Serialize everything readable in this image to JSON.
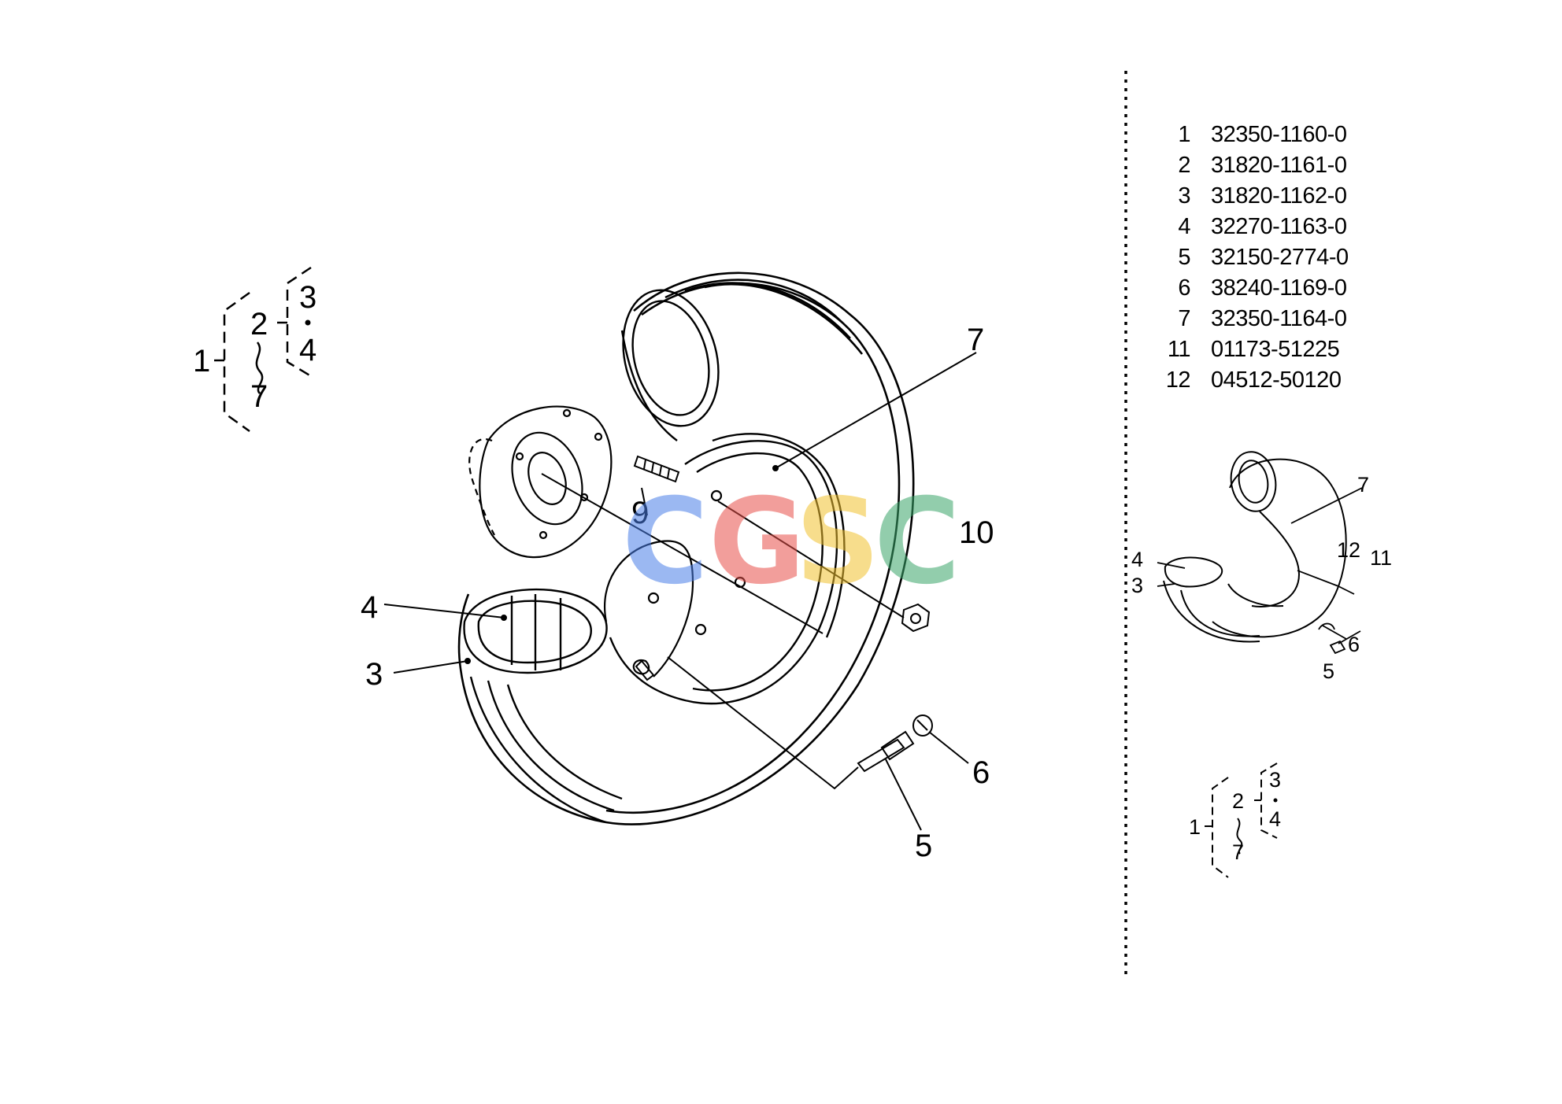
{
  "parts_list": [
    {
      "no": "1",
      "code": "32350-1160-0"
    },
    {
      "no": "2",
      "code": "31820-1161-0"
    },
    {
      "no": "3",
      "code": "31820-1162-0"
    },
    {
      "no": "4",
      "code": "32270-1163-0"
    },
    {
      "no": "5",
      "code": "32150-2774-0"
    },
    {
      "no": "6",
      "code": "38240-1169-0"
    },
    {
      "no": "7",
      "code": "32350-1164-0"
    },
    {
      "no": "11",
      "code": "01173-51225"
    },
    {
      "no": "12",
      "code": "04512-50120"
    }
  ],
  "main_callouts": {
    "c3": "3",
    "c4": "4",
    "c5": "5",
    "c6": "6",
    "c7": "7",
    "c9": "9",
    "c10": "10"
  },
  "small_callouts": {
    "c3": "3",
    "c4": "4",
    "c5": "5",
    "c6": "6",
    "c7": "7",
    "c11": "11",
    "c12": "12"
  },
  "hierarchy_left": {
    "top": "1",
    "mid": "2",
    "bottom": "7",
    "sub_top": "3",
    "sub_bottom": "4"
  },
  "hierarchy_right": {
    "top": "1",
    "mid": "2",
    "bottom": "7",
    "sub_top": "3",
    "sub_bottom": "4"
  },
  "watermark": {
    "letters": [
      "C",
      "G",
      "S",
      "C"
    ],
    "colors": [
      "#4a7fe8",
      "#e8504a",
      "#f2c230",
      "#3aa66a"
    ]
  }
}
